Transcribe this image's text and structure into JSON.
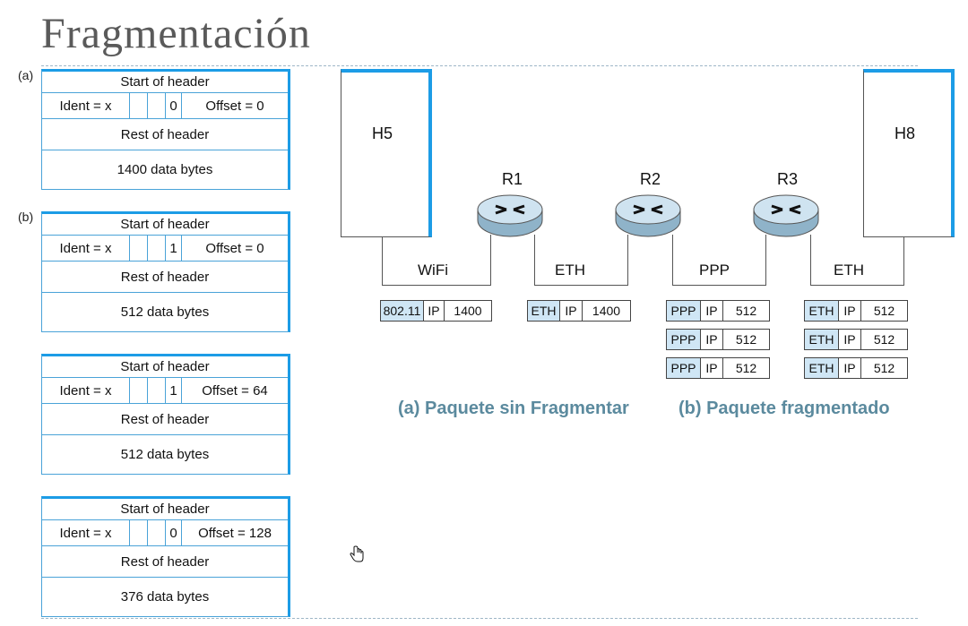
{
  "title": "Fragmentación",
  "labels": {
    "a": "(a)",
    "b": "(b)"
  },
  "headers": [
    {
      "start": "Start of header",
      "ident": "Ident = x",
      "flag": "0",
      "offset": "Offset = 0",
      "rest": "Rest of header",
      "data": "1400 data bytes"
    },
    {
      "start": "Start of header",
      "ident": "Ident = x",
      "flag": "1",
      "offset": "Offset = 0",
      "rest": "Rest of header",
      "data": "512 data bytes"
    },
    {
      "start": "Start of header",
      "ident": "Ident = x",
      "flag": "1",
      "offset": "Offset = 64",
      "rest": "Rest of header",
      "data": "512 data bytes"
    },
    {
      "start": "Start of header",
      "ident": "Ident = x",
      "flag": "0",
      "offset": "Offset = 128",
      "rest": "Rest of header",
      "data": "376 data bytes"
    }
  ],
  "network": {
    "hosts": [
      "H5",
      "H8"
    ],
    "routers": [
      "R1",
      "R2",
      "R3"
    ],
    "links": [
      "WiFi",
      "ETH",
      "PPP",
      "ETH"
    ],
    "frames": {
      "wifi": {
        "l2": "802.11",
        "ip": "IP",
        "size": "1400"
      },
      "eth1": {
        "l2": "ETH",
        "ip": "IP",
        "size": "1400"
      },
      "ppp": [
        {
          "l2": "PPP",
          "ip": "IP",
          "size": "512"
        },
        {
          "l2": "PPP",
          "ip": "IP",
          "size": "512"
        },
        {
          "l2": "PPP",
          "ip": "IP",
          "size": "512"
        }
      ],
      "eth2": [
        {
          "l2": "ETH",
          "ip": "IP",
          "size": "512"
        },
        {
          "l2": "ETH",
          "ip": "IP",
          "size": "512"
        },
        {
          "l2": "ETH",
          "ip": "IP",
          "size": "512"
        }
      ]
    },
    "captions": {
      "a": "(a) Paquete sin Fragmentar",
      "b": "(b) Paquete fragmentado"
    }
  },
  "colors": {
    "accent": "#1c9ce6",
    "caption": "#5b8a9e",
    "frame_fill": "#cfe6f5"
  }
}
